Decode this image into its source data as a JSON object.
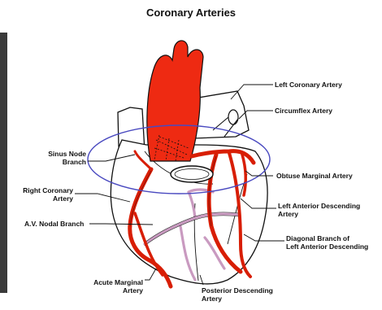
{
  "title": "Coronary Arteries",
  "labels": {
    "left_coronary": "Left Coronary Artery",
    "circumflex": "Circumflex Artery",
    "obtuse_marginal": "Obtuse Marginal Artery",
    "lad_1": "Left Anterior Descending",
    "lad_2": "Artery",
    "diag_1": "Diagonal Branch of",
    "diag_2": "Left Anterior Descending",
    "sinus_1": "Sinus Node",
    "sinus_2": "Branch",
    "rca_1": "Right Coronary",
    "rca_2": "Artery",
    "av_nodal": "A.V. Nodal Branch",
    "acute_1": "Acute Marginal",
    "acute_2": "Artery",
    "pda_1": "Posterior Descending",
    "pda_2": "Artery"
  },
  "colors": {
    "artery": "#d81e05",
    "aorta": "#ee2a12",
    "ring": "#4a4ac0",
    "posterior_vessel": "#c99ac0",
    "outline": "#111111"
  }
}
